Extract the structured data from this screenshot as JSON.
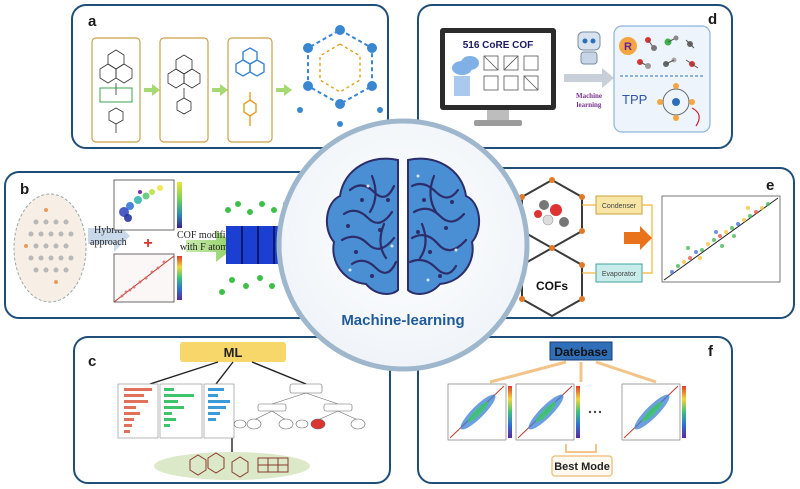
{
  "panels": {
    "a": {
      "label": "a"
    },
    "b": {
      "label": "b",
      "hybrid_line1": "Hybrid",
      "hybrid_line2": "approach",
      "plus": "+",
      "cof_line1": "COF modified",
      "cof_line2": "with F atoms"
    },
    "c": {
      "label": "c",
      "ml_box": "ML"
    },
    "d": {
      "label": "d",
      "screen_title": "516 CoRE COF",
      "arrow_line1": "Machine",
      "arrow_line2": "learning",
      "r_badge": "R",
      "tpp": "TPP"
    },
    "e": {
      "label": "e",
      "condenser": "Condenser",
      "evaporator": "Evaporator",
      "cofs": "COFs"
    },
    "f": {
      "label": "f",
      "database_box": "Datebase",
      "best_mode": "Best Mode"
    }
  },
  "center": {
    "title": "Machine-learning"
  },
  "colors": {
    "frame_blue": "#1f4e79",
    "center_border": "#9fb7cc",
    "brain_blue": "#4a8fd4",
    "brain_dark": "#2d2d6b",
    "ml_box": "#f7d66a",
    "database_box": "#2f6fba",
    "arrow_green": "#a6d873",
    "arrow_orange": "#e8731a",
    "title_blue": "#1f5a9a"
  }
}
